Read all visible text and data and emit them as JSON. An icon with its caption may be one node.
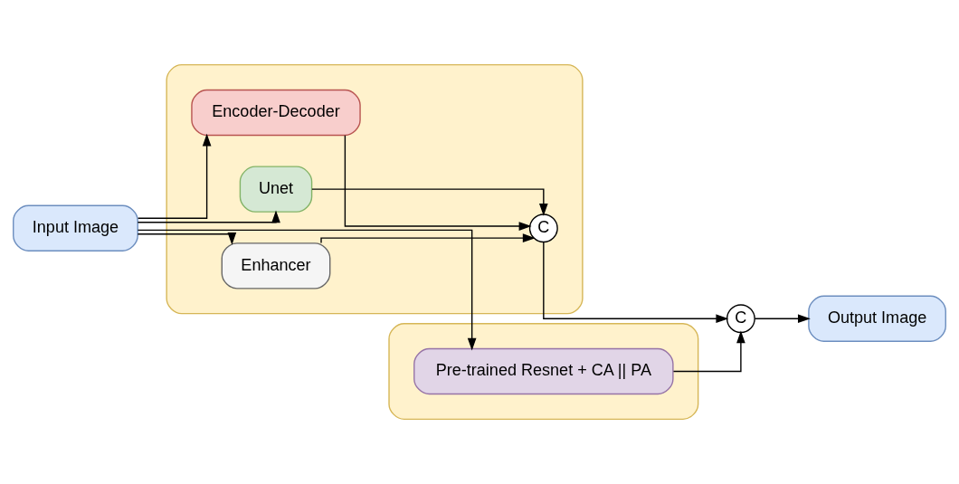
{
  "diagram": {
    "nodes": [
      {
        "text": [],
        "shape": "box"
      },
      {
        "text": [
          "Encoder-Decoder"
        ],
        "in": 0
      },
      {
        "text": [
          "Unet"
        ],
        "in": 0
      },
      {
        "text": [
          "Enhancer"
        ],
        "in": 0
      },
      {
        "text": [
          "C"
        ],
        "in": 0
      },
      {
        "text": [
          "Input Image"
        ]
      },
      {
        "text": [],
        "shape": "box"
      },
      {
        "text": [
          "Pre-trained Resnet + CA || PA"
        ],
        "in": 6
      },
      {
        "text": [
          "C"
        ]
      },
      {
        "text": [
          "Output Image"
        ]
      }
    ],
    "edges": [
      {
        "from": 5,
        "to": 1,
        "arrow": "to"
      },
      {
        "from": 5,
        "to": 2,
        "arrow": "to"
      },
      {
        "from": 5,
        "to": 3,
        "arrow": "to"
      },
      {
        "from": 1,
        "to": 4,
        "arrow": "to"
      },
      {
        "from": 2,
        "to": 4,
        "arrow": "to"
      },
      {
        "from": 3,
        "to": 4,
        "arrow": "to"
      },
      {
        "from": 4,
        "to": 8,
        "arrow": "to"
      },
      {
        "from": 5,
        "to": 7,
        "arrow": "to"
      },
      {
        "from": 7,
        "to": 8,
        "arrow": "to"
      },
      {
        "from": 8,
        "to": 9,
        "arrow": "to"
      }
    ]
  }
}
